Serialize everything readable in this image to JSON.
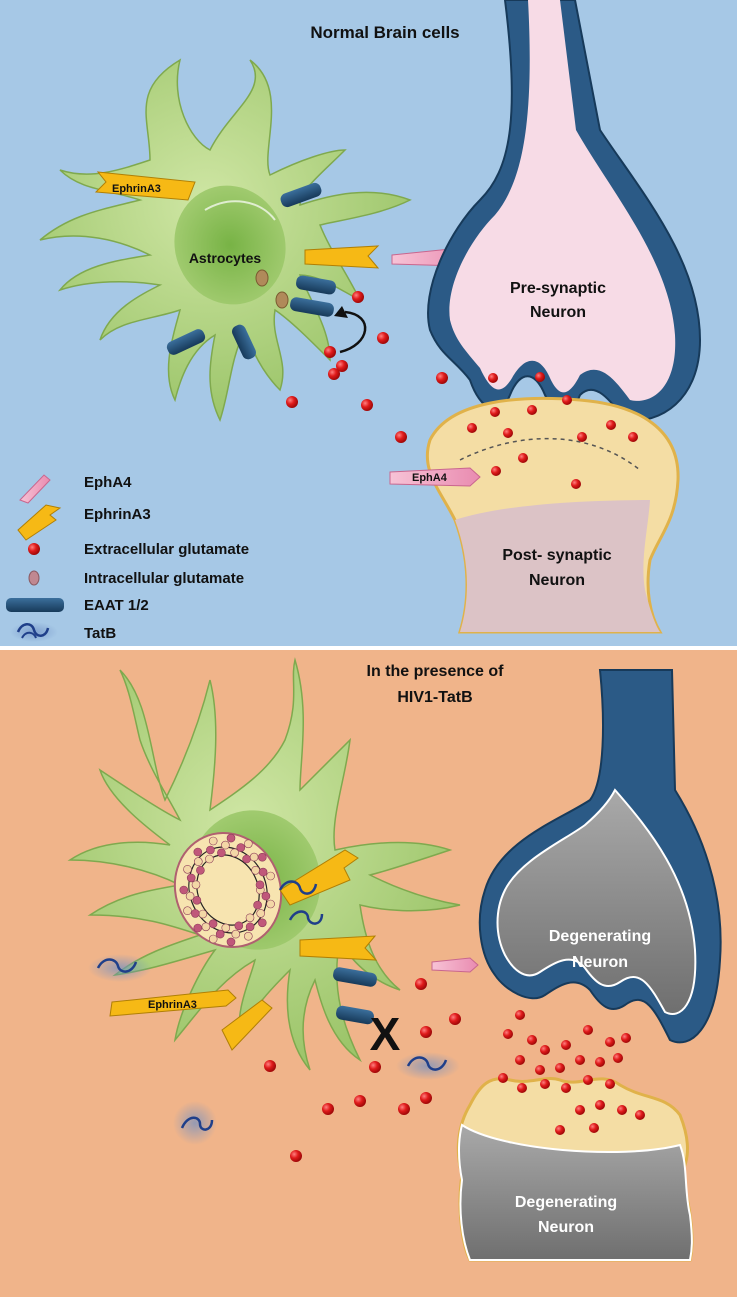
{
  "colors": {
    "top_bg": "#a6c8e6",
    "bottom_bg": "#f0b48a",
    "astrocyte": "#b9d98a",
    "astrocyte_dark": "#7fb04e",
    "neuron_blue": "#2b5a86",
    "pre_synaptic_fill": "#f7dbe6",
    "post_synaptic_fill": "#dcc3c6",
    "degenerating_fill": "#8e8e8e",
    "glutamate_red": "#e01b1b",
    "ephrinA3_yellow": "#f6b915",
    "ephA4_pink": "#f2a7c3",
    "eaat_blue": "#20496f"
  },
  "top_panel": {
    "title": "Normal Brain cells",
    "astrocyte_label": "Astrocytes",
    "ephrin_tag": "EphrinA3",
    "eph_tag": "EphA4",
    "pre_label_line1": "Pre-synaptic",
    "pre_label_line2": "Neuron",
    "post_label_line1": "Post- synaptic",
    "post_label_line2": "Neuron"
  },
  "legend": [
    {
      "icon": "epha4-icon",
      "label": "EphA4"
    },
    {
      "icon": "ephrina3-icon",
      "label": "EphrinA3"
    },
    {
      "icon": "extracellular-glutamate-icon",
      "label": "Extracellular glutamate"
    },
    {
      "icon": "intracellular-glutamate-icon",
      "label": "Intracellular glutamate"
    },
    {
      "icon": "eaat-icon",
      "label": "EAAT 1/2"
    },
    {
      "icon": "tatb-icon",
      "label": "TatB"
    }
  ],
  "bottom_panel": {
    "title_line1": "In the presence of",
    "title_line2": "HIV1-TatB",
    "ephrin_tag": "EphrinA3",
    "upper_neuron_line1": "Degenerating",
    "upper_neuron_line2": "Neuron",
    "lower_neuron_line1": "Degenerating",
    "lower_neuron_line2": "Neuron",
    "blocked_mark": "X"
  }
}
